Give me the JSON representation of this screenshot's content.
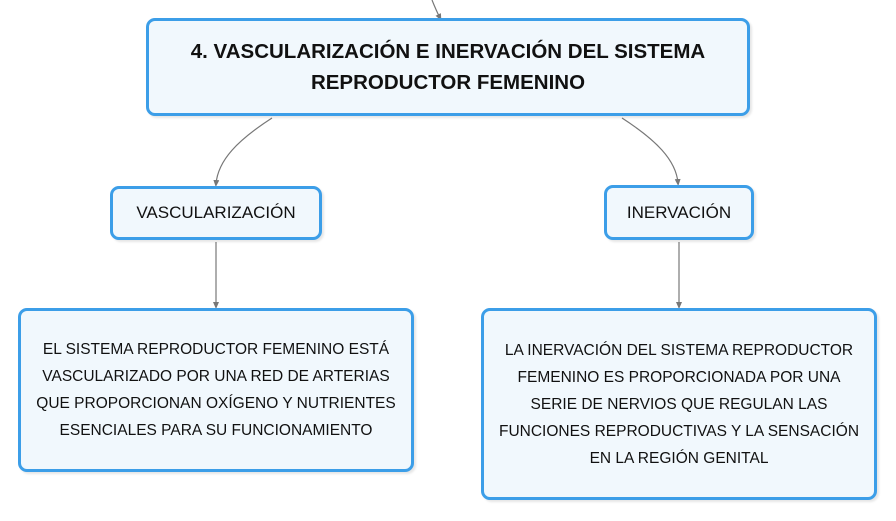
{
  "diagram": {
    "root": {
      "label": "4. VASCULARIZACIÓN E INERVACIÓN DEL SISTEMA REPRODUCTOR FEMENINO"
    },
    "branches": [
      {
        "label": "VASCULARIZACIÓN",
        "detail": "EL SISTEMA REPRODUCTOR FEMENINO ESTÁ VASCULARIZADO POR UNA RED DE ARTERIAS QUE PROPORCIONAN OXÍGENO Y NUTRIENTES ESENCIALES PARA SU FUNCIONAMIENTO"
      },
      {
        "label": "INERVACIÓN",
        "detail": "LA INERVACIÓN DEL SISTEMA REPRODUCTOR FEMENINO ES PROPORCIONADA POR UNA SERIE DE NERVIOS QUE REGULAN LAS FUNCIONES REPRODUCTIVAS Y LA SENSACIÓN EN LA REGIÓN GENITAL"
      }
    ],
    "colors": {
      "node_border": "#3c9ee8",
      "node_fill": "#f1f8fd",
      "connector": "#777777"
    }
  }
}
